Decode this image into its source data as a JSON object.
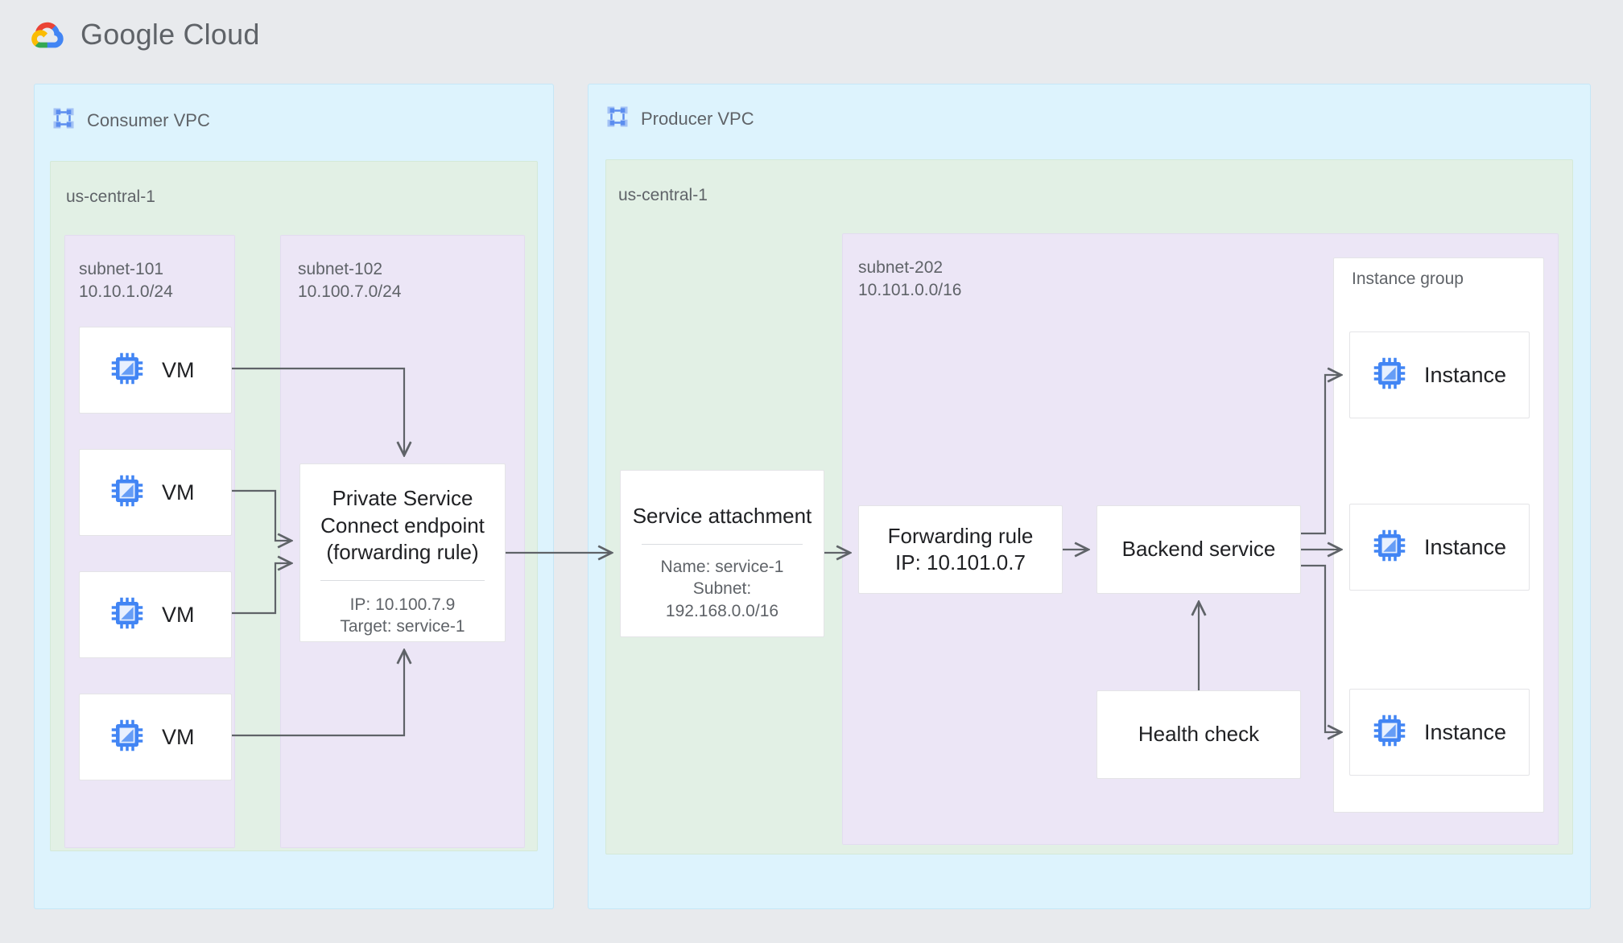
{
  "header": {
    "brand": "Google Cloud",
    "logo_icon": "google-cloud-logo",
    "colors": {
      "red": "#EA4335",
      "blue": "#4285F4",
      "yellow": "#FBBC04",
      "green": "#34A853"
    }
  },
  "palette": {
    "page_bg": "#e8eaed",
    "vpc_bg": "#ddf3fd",
    "region_bg": "#e2f0e5",
    "subnet_bg": "#ece6f6",
    "card_bg": "#ffffff",
    "wire": "#5f6368",
    "icon_blue": "#4285F4",
    "icon_blue_light": "#a3c2f5",
    "text_primary": "#202124",
    "text_secondary": "#5f6368"
  },
  "consumer": {
    "vpc_title": "Consumer VPC",
    "vpc_icon": "vpc-network-icon",
    "region": "us-central-1",
    "subnets": [
      {
        "name": "subnet-101",
        "cidr": "10.10.1.0/24"
      },
      {
        "name": "subnet-102",
        "cidr": "10.100.7.0/24"
      }
    ],
    "vms": [
      {
        "label": "VM",
        "icon": "vm-instance-icon"
      },
      {
        "label": "VM",
        "icon": "vm-instance-icon"
      },
      {
        "label": "VM",
        "icon": "vm-instance-icon"
      },
      {
        "label": "VM",
        "icon": "vm-instance-icon"
      }
    ],
    "endpoint": {
      "title": "Private Service\nConnect endpoint\n(forwarding rule)",
      "details": "IP: 10.100.7.9\nTarget: service-1"
    }
  },
  "producer": {
    "vpc_title": "Producer VPC",
    "vpc_icon": "vpc-network-icon",
    "region": "us-central-1",
    "subnet": {
      "name": "subnet-202",
      "cidr": "10.101.0.0/16"
    },
    "service_attachment": {
      "title": "Service attachment",
      "details": "Name: service-1\nSubnet:\n192.168.0.0/16"
    },
    "forwarding_rule": {
      "title": "Forwarding rule\nIP: 10.101.0.7"
    },
    "backend_service": {
      "title": "Backend service"
    },
    "health_check": {
      "title": "Health check"
    },
    "instance_group": {
      "label": "Instance group",
      "instances": [
        {
          "label": "Instance",
          "icon": "vm-instance-icon"
        },
        {
          "label": "Instance",
          "icon": "vm-instance-icon"
        },
        {
          "label": "Instance",
          "icon": "vm-instance-icon"
        }
      ]
    }
  }
}
